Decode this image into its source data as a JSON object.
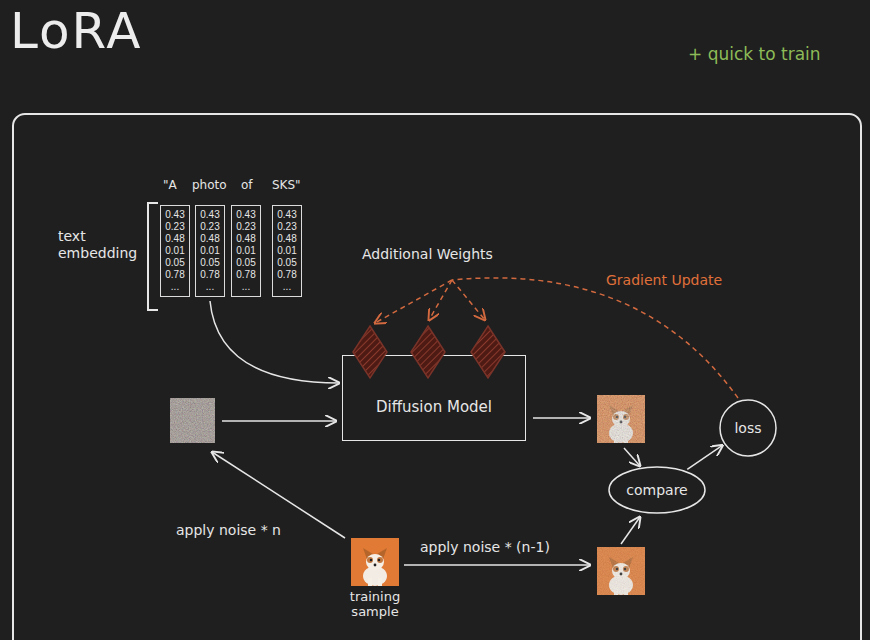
{
  "diagram": {
    "title": "LoRA",
    "nodes": [
      {
        "text": [
          "0.43 0.23 0.48 0.01 0.05 0.78 ..."
        ]
      },
      {
        "text": [
          "0.43 0.23 0.48 0.01 0.05 0.78 ..."
        ]
      },
      {
        "text": [
          "0.43 0.23 0.48 0.01 0.05 0.78 ..."
        ]
      },
      {
        "text": [
          "0.43 0.23 0.48 0.01 0.05 0.78 ..."
        ]
      },
      {
        "text": [
          "Diffusion Model"
        ]
      },
      {
        "text": [
          "compare"
        ]
      },
      {
        "text": [
          "loss"
        ]
      },
      {
        "text": [
          "training sample"
        ]
      }
    ],
    "edges": [
      {
        "from": 1,
        "to": 4,
        "arrow": "to"
      },
      {
        "from": 5,
        "to": 6,
        "arrow": "to"
      }
    ],
    "labels": [
      "+ quick to train",
      "\"A",
      "photo",
      "of",
      "SKS\"",
      "text embedding",
      "Additional Weights",
      "Gradient Update",
      "apply noise * n",
      "apply noise * (n-1)"
    ]
  }
}
